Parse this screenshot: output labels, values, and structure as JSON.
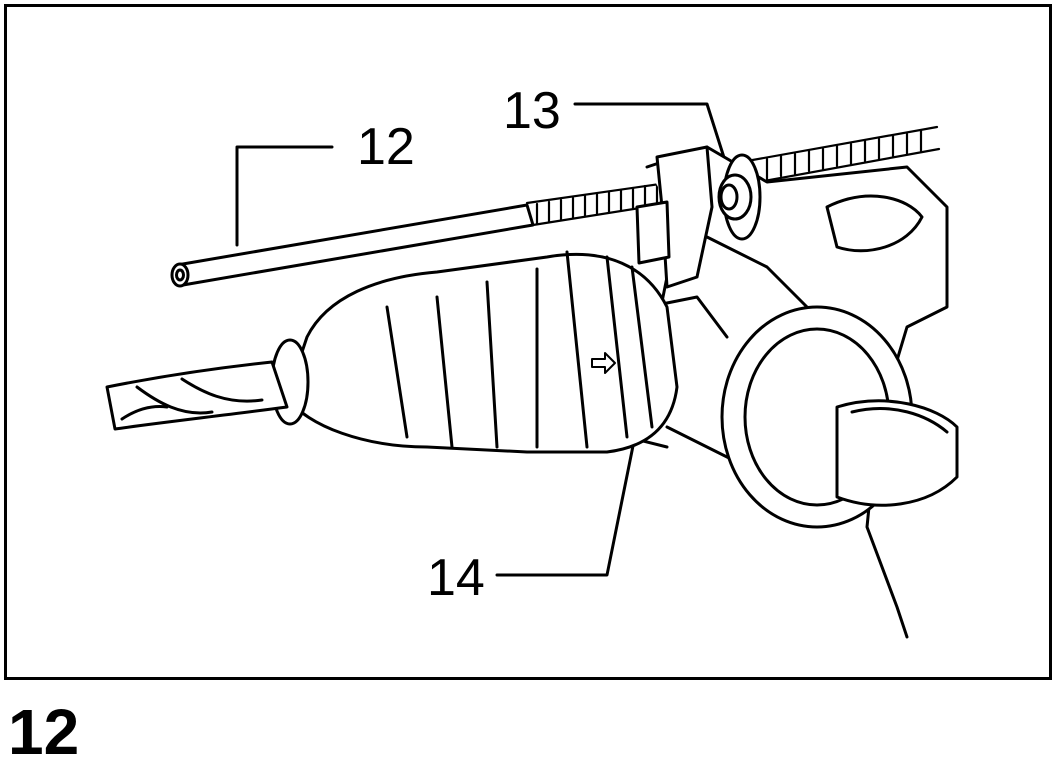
{
  "figure": {
    "number": "12",
    "callouts": [
      {
        "id": "12",
        "label": "12"
      },
      {
        "id": "13",
        "label": "13"
      },
      {
        "id": "14",
        "label": "14"
      }
    ]
  }
}
